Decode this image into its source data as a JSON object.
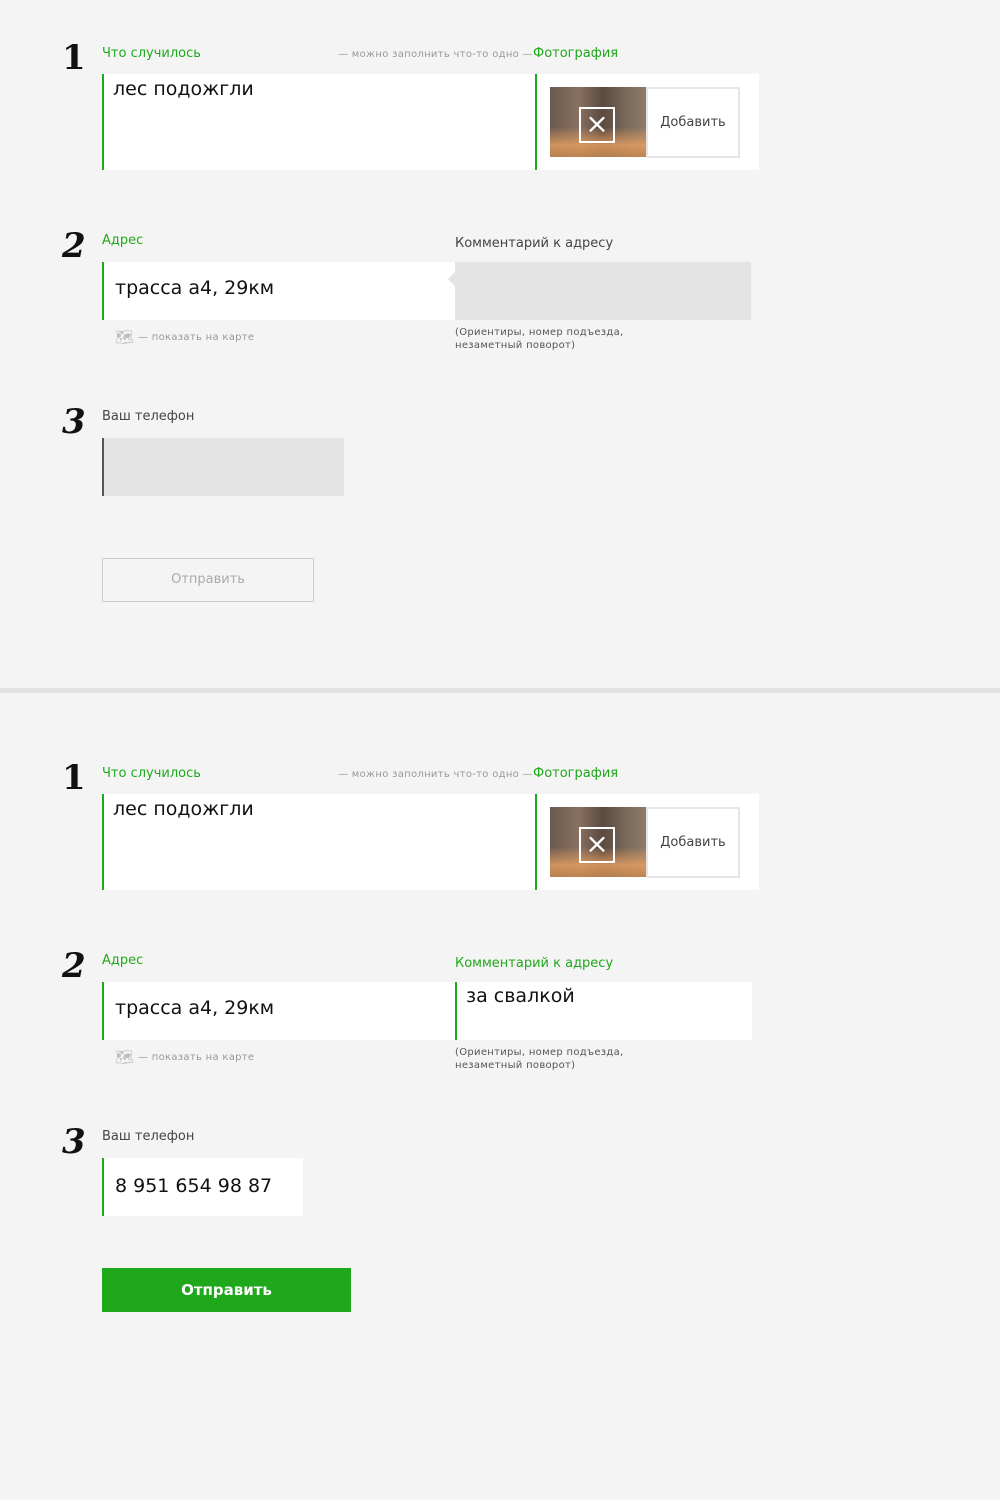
{
  "states": [
    {
      "step1": {
        "number": "1",
        "what_label": "Что случилось",
        "hint": "— можно заполнить что-то одно —",
        "photo_label": "Фотография",
        "what_value": "лес подожгли",
        "add_button": "Добавить"
      },
      "step2": {
        "number": "2",
        "address_label": "Адрес",
        "address_value": "трасса а4, 29км",
        "map_link": "— показать на карте",
        "comment_label": "Комментарий к адресу",
        "comment_value": "",
        "comment_hint_1": "(Ориентиры, номер подъезда,",
        "comment_hint_2": "незаметный поворот)"
      },
      "step3": {
        "number": "3",
        "phone_label": "Ваш телефон",
        "phone_value": ""
      },
      "submit": {
        "label": "Отправить",
        "enabled": false
      }
    },
    {
      "step1": {
        "number": "1",
        "what_label": "Что случилось",
        "hint": "— можно заполнить что-то одно —",
        "photo_label": "Фотография",
        "what_value": "лес подожгли",
        "add_button": "Добавить"
      },
      "step2": {
        "number": "2",
        "address_label": "Адрес",
        "address_value": "трасса а4, 29км",
        "map_link": "— показать на карте",
        "comment_label": "Комментарий к адресу",
        "comment_value": "за свалкой",
        "comment_hint_1": "(Ориентиры, номер подъезда,",
        "comment_hint_2": "незаметный поворот)"
      },
      "step3": {
        "number": "3",
        "phone_label": "Ваш телефон",
        "phone_value": "8 951 654 98 87"
      },
      "submit": {
        "label": "Отправить",
        "enabled": true
      }
    }
  ],
  "colors": {
    "accent": "#1fa81c",
    "background": "#f4f4f4",
    "inactive_field": "#e4e4e4"
  }
}
